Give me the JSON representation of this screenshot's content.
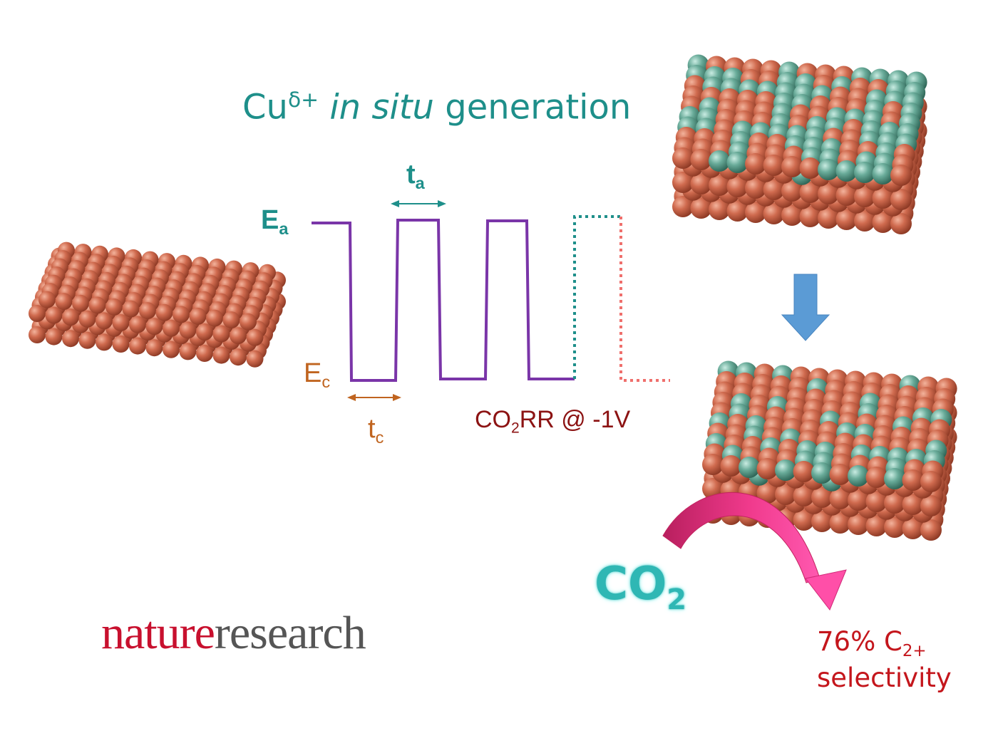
{
  "title": {
    "base": "Cu",
    "superscript": "δ+",
    "italic": "in situ",
    "rest": "generation",
    "color": "#1e8f8a"
  },
  "waveform": {
    "anodic_label": {
      "main": "E",
      "sub": "a"
    },
    "cathodic_label": {
      "main": "E",
      "sub": "c"
    },
    "anodic_time": {
      "main": "t",
      "sub": "a"
    },
    "cathodic_time": {
      "main": "t",
      "sub": "c"
    },
    "operation": {
      "pre": "CO",
      "sub": "2",
      "post": "RR @ -1V"
    },
    "colors": {
      "pulse": "#7a35a8",
      "anodic": "#1e8f8a",
      "cathodic": "#c0641f",
      "operation": "#8c1313",
      "dotted_cathodic": "#ef6f6c"
    }
  },
  "reactant": {
    "main": "CO",
    "sub": "2",
    "color": "#2fb7b4"
  },
  "result": {
    "line1_main": "76% C",
    "line1_sub": "2+",
    "line2": "selectivity",
    "color": "#c4161c"
  },
  "logo": {
    "part1": "nature",
    "part2": "research",
    "color1": "#c8102e",
    "color2": "#555555"
  },
  "atom_colors": {
    "copper": "#c9654a",
    "oxidized": "#5f9f8e"
  },
  "arrow_color": "#5b9bd5",
  "curve_arrow_color": "#e0307f"
}
